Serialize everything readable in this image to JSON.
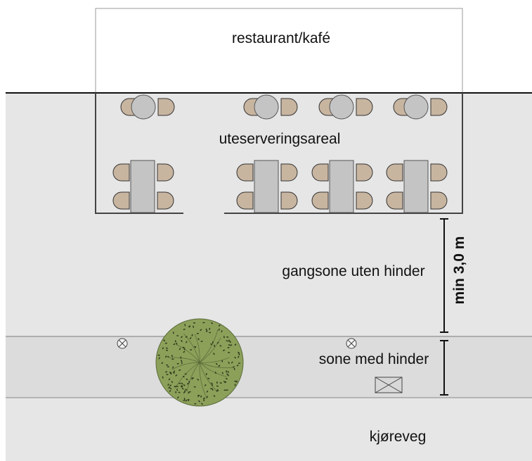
{
  "labels": {
    "restaurant": "restaurant/kafé",
    "outdoor_area": "uteserveringsareal",
    "walk_zone": "gangsone uten hinder",
    "min_width": "min 3,0 m",
    "obstacle_zone": "sone med hinder",
    "roadway": "kjøreveg"
  },
  "colors": {
    "background": "#ffffff",
    "ground": "#e6e6e6",
    "obstacle_band": "#dcdcdc",
    "chair": "#c8b5a0",
    "table": "#c4c4c4",
    "tree": "#8ca05a",
    "outline": "#333333"
  },
  "icons": {
    "lamp": "circle-x-icon",
    "drain": "box-x-icon",
    "tree": "tree-canopy-icon"
  }
}
